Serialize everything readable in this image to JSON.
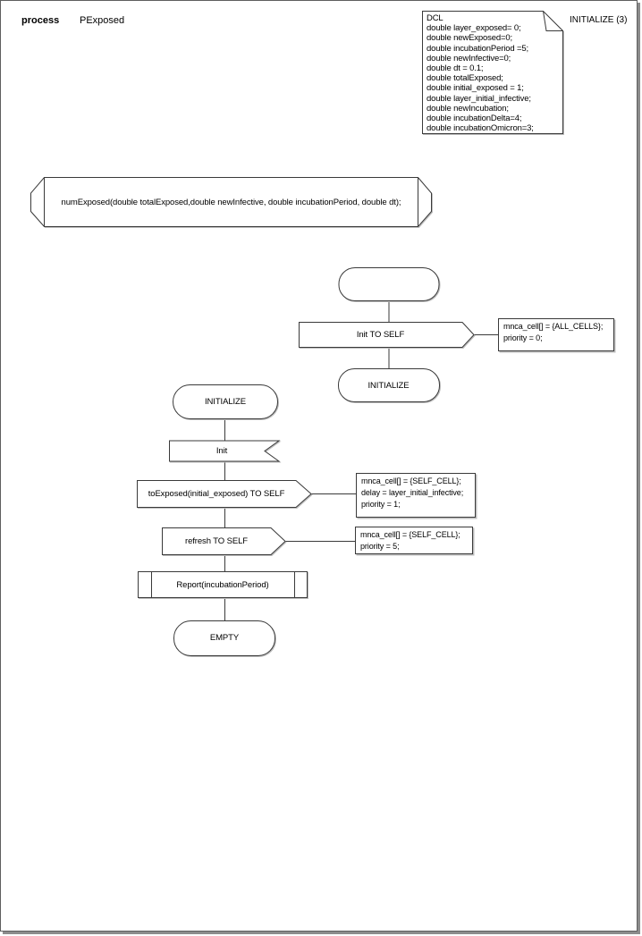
{
  "header": {
    "kind_label": "process",
    "process_name": "PExposed",
    "page_ref": "INITIALIZE (3)"
  },
  "declarations": {
    "lines": [
      "DCL",
      "double layer_exposed= 0;",
      "double newExposed=0;",
      "double incubationPeriod =5;",
      "double newInfective=0;",
      "double dt = 0.1;",
      "double totalExposed;",
      "double initial_exposed = 1;",
      "double layer_initial_infective;",
      "double newIncubation;",
      "double incubationDelta=4;",
      "double incubationOmicron=3;"
    ]
  },
  "procedure_declaration": {
    "text": "numExposed(double totalExposed,double newInfective, double incubationPeriod, double dt);"
  },
  "start_flow": {
    "output": "Init TO SELF",
    "comment": [
      "mnca_cell[] = {ALL_CELLS};",
      "priority = 0;"
    ],
    "next_state": "INITIALIZE"
  },
  "initialize_flow": {
    "state": "INITIALIZE",
    "input": "Init",
    "output_to_exposed": "toExposed(initial_exposed) TO SELF",
    "comment_to_exposed": [
      "mnca_cell[] = {SELF_CELL};",
      "delay = layer_initial_infective;",
      "priority = 1;"
    ],
    "output_refresh": "refresh TO SELF",
    "comment_refresh": [
      "mnca_cell[] = {SELF_CELL};",
      "priority = 5;"
    ],
    "procedure_call": "Report(incubationPeriod)",
    "end_state": "EMPTY"
  },
  "colors": {
    "stroke": "#3a3a3a",
    "shadow": "#bdbdbd",
    "page_border": "#5f5f5f",
    "page_shadow": "#8c8c8c",
    "background": "#ffffff"
  }
}
